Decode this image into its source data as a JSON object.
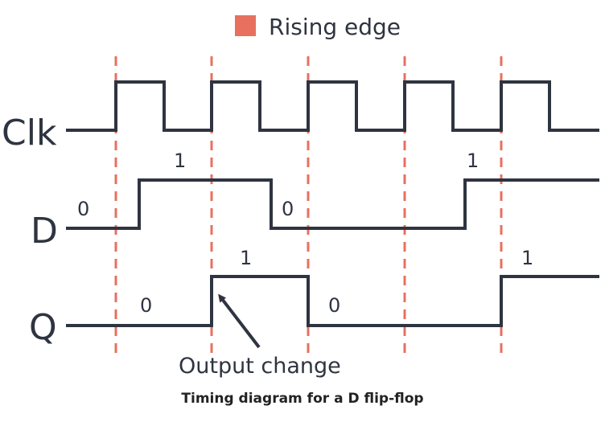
{
  "legend": {
    "label": "Rising edge",
    "color": "#e8705f"
  },
  "signals": [
    {
      "name": "Clk"
    },
    {
      "name": "D",
      "bits": [
        "0",
        "1",
        "0",
        "1"
      ]
    },
    {
      "name": "Q",
      "bits": [
        "0",
        "1",
        "0",
        "1"
      ]
    }
  ],
  "annotation": {
    "text": "Output change"
  },
  "caption": "Timing diagram for a D flip-flop",
  "colors": {
    "wave": "#2e3440",
    "edge": "#e8705f",
    "background": "#ffffff"
  }
}
